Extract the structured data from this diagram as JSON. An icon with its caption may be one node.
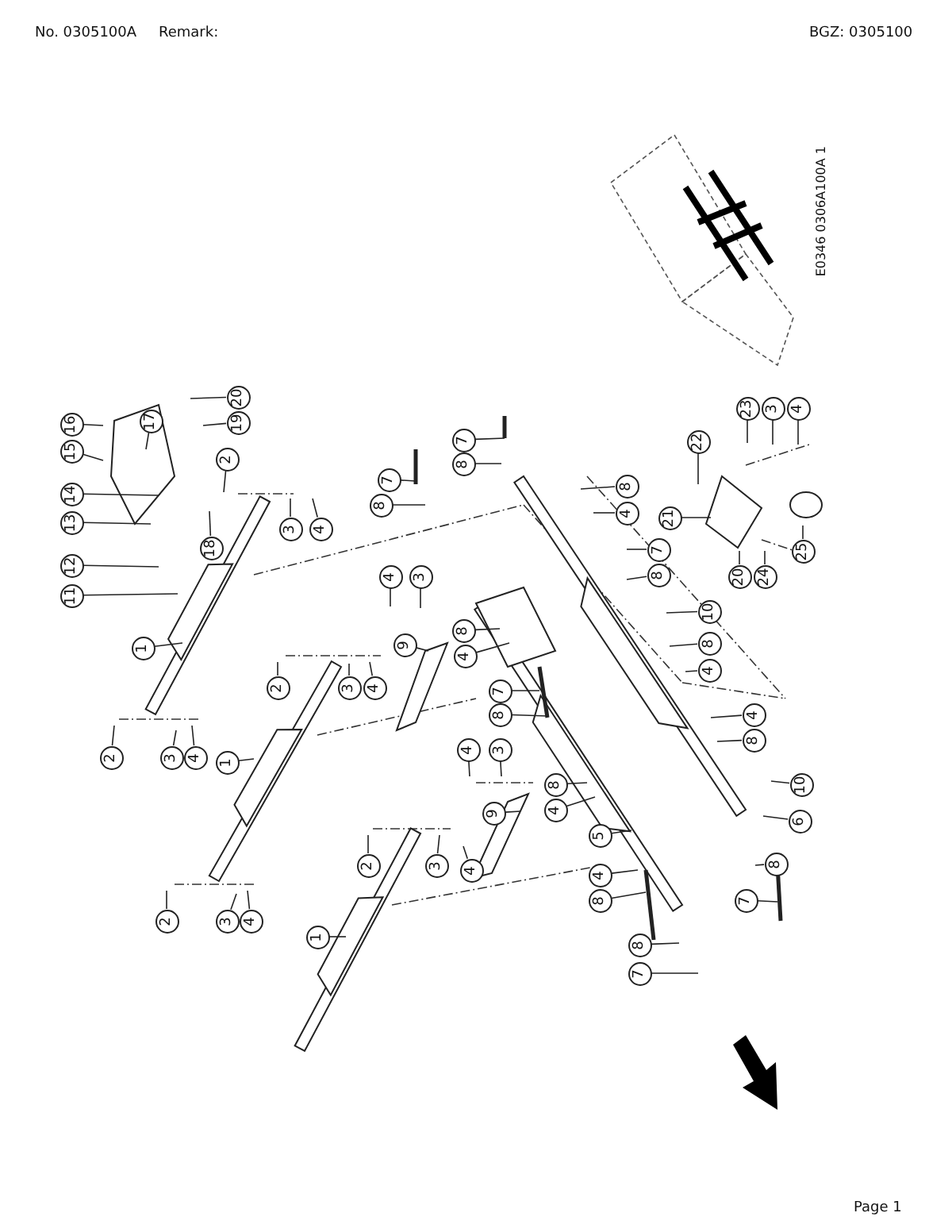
{
  "diagram": {
    "nodes": [
      {
        "text": [
          "16"
        ]
      },
      {
        "text": [
          "15"
        ]
      },
      {
        "text": [
          "17"
        ]
      },
      {
        "text": [
          "20"
        ]
      },
      {
        "text": [
          "19"
        ]
      },
      {
        "text": [
          "2"
        ]
      },
      {
        "text": [
          "14"
        ]
      },
      {
        "text": [
          "13"
        ]
      },
      {
        "text": [
          "18"
        ]
      },
      {
        "text": [
          "12"
        ]
      },
      {
        "text": [
          "11"
        ]
      },
      {
        "text": [
          "3"
        ]
      },
      {
        "text": [
          "4"
        ]
      },
      {
        "text": [
          "7"
        ]
      },
      {
        "text": [
          "8"
        ]
      },
      {
        "text": [
          "7"
        ]
      },
      {
        "text": [
          "8"
        ]
      },
      {
        "text": [
          "22"
        ]
      },
      {
        "text": [
          "23"
        ]
      },
      {
        "text": [
          "3"
        ]
      },
      {
        "text": [
          "4"
        ]
      },
      {
        "text": [
          "8"
        ]
      },
      {
        "text": [
          "4"
        ]
      },
      {
        "text": [
          "21"
        ]
      },
      {
        "text": [
          "7"
        ]
      },
      {
        "text": [
          "8"
        ]
      },
      {
        "text": [
          "20"
        ]
      },
      {
        "text": [
          "24"
        ]
      },
      {
        "text": [
          "25"
        ]
      },
      {
        "text": [
          "4"
        ]
      },
      {
        "text": [
          "3"
        ]
      },
      {
        "text": [
          "10"
        ]
      },
      {
        "text": [
          "8"
        ]
      },
      {
        "text": [
          "8"
        ]
      },
      {
        "text": [
          "1"
        ]
      },
      {
        "text": [
          "9"
        ]
      },
      {
        "text": [
          "4"
        ]
      },
      {
        "text": [
          "4"
        ]
      },
      {
        "text": [
          "2"
        ]
      },
      {
        "text": [
          "3"
        ]
      },
      {
        "text": [
          "4"
        ]
      },
      {
        "text": [
          "7"
        ]
      },
      {
        "text": [
          "8"
        ]
      },
      {
        "text": [
          "4"
        ]
      },
      {
        "text": [
          "8"
        ]
      },
      {
        "text": [
          "2"
        ]
      },
      {
        "text": [
          "3"
        ]
      },
      {
        "text": [
          "4"
        ]
      },
      {
        "text": [
          "1"
        ]
      },
      {
        "text": [
          "4"
        ]
      },
      {
        "text": [
          "3"
        ]
      },
      {
        "text": [
          "8"
        ]
      },
      {
        "text": [
          "10"
        ]
      },
      {
        "text": [
          "4"
        ]
      },
      {
        "text": [
          "6"
        ]
      },
      {
        "text": [
          "9"
        ]
      },
      {
        "text": [
          "5"
        ]
      },
      {
        "text": [
          "2"
        ]
      },
      {
        "text": [
          "3"
        ]
      },
      {
        "text": [
          "4"
        ]
      },
      {
        "text": [
          "8"
        ]
      },
      {
        "text": [
          "4"
        ]
      },
      {
        "text": [
          "8"
        ]
      },
      {
        "text": [
          "7"
        ]
      },
      {
        "text": [
          "1"
        ]
      },
      {
        "text": [
          "2"
        ]
      },
      {
        "text": [
          "3"
        ]
      },
      {
        "text": [
          "4"
        ]
      },
      {
        "text": [
          "8"
        ]
      },
      {
        "text": [
          "7"
        ]
      }
    ],
    "edges": [
      {
        "from": 0,
        "to": null,
        "arrow": "none"
      },
      {
        "from": 1,
        "to": null,
        "arrow": "none"
      },
      {
        "from": 2,
        "to": null,
        "arrow": "none"
      },
      {
        "from": 3,
        "to": null,
        "arrow": "none"
      },
      {
        "from": 4,
        "to": null,
        "arrow": "none"
      },
      {
        "from": 5,
        "to": null,
        "arrow": "none"
      },
      {
        "from": 6,
        "to": null,
        "arrow": "none"
      },
      {
        "from": 7,
        "to": null,
        "arrow": "none"
      },
      {
        "from": 8,
        "to": null,
        "arrow": "none"
      },
      {
        "from": 9,
        "to": null,
        "arrow": "none"
      },
      {
        "from": 10,
        "to": null,
        "arrow": "none"
      },
      {
        "from": 11,
        "to": null,
        "arrow": "none"
      },
      {
        "from": 12,
        "to": null,
        "arrow": "none"
      },
      {
        "from": 13,
        "to": null,
        "arrow": "none"
      },
      {
        "from": 14,
        "to": null,
        "arrow": "none"
      },
      {
        "from": 15,
        "to": null,
        "arrow": "none"
      },
      {
        "from": 16,
        "to": null,
        "arrow": "none"
      },
      {
        "from": 17,
        "to": null,
        "arrow": "none"
      },
      {
        "from": 18,
        "to": null,
        "arrow": "none"
      },
      {
        "from": 19,
        "to": null,
        "arrow": "none"
      },
      {
        "from": 20,
        "to": null,
        "arrow": "none"
      },
      {
        "from": 21,
        "to": null,
        "arrow": "none"
      },
      {
        "from": 22,
        "to": null,
        "arrow": "none"
      },
      {
        "from": 23,
        "to": null,
        "arrow": "none"
      },
      {
        "from": 24,
        "to": null,
        "arrow": "none"
      },
      {
        "from": 25,
        "to": null,
        "arrow": "none"
      },
      {
        "from": 26,
        "to": null,
        "arrow": "none"
      },
      {
        "from": 27,
        "to": null,
        "arrow": "none"
      },
      {
        "from": 28,
        "to": null,
        "arrow": "none"
      },
      {
        "from": 29,
        "to": null,
        "arrow": "none"
      },
      {
        "from": 30,
        "to": null,
        "arrow": "none"
      },
      {
        "from": 31,
        "to": null,
        "arrow": "none"
      },
      {
        "from": 32,
        "to": null,
        "arrow": "none"
      },
      {
        "from": 33,
        "to": null,
        "arrow": "none"
      },
      {
        "from": 34,
        "to": null,
        "arrow": "none"
      },
      {
        "from": 35,
        "to": null,
        "arrow": "none"
      },
      {
        "from": 36,
        "to": null,
        "arrow": "none"
      },
      {
        "from": 37,
        "to": null,
        "arrow": "none"
      },
      {
        "from": 38,
        "to": null,
        "arrow": "none"
      },
      {
        "from": 39,
        "to": null,
        "arrow": "none"
      },
      {
        "from": 40,
        "to": null,
        "arrow": "none"
      },
      {
        "from": 41,
        "to": null,
        "arrow": "none"
      },
      {
        "from": 42,
        "to": null,
        "arrow": "none"
      },
      {
        "from": 43,
        "to": null,
        "arrow": "none"
      },
      {
        "from": 44,
        "to": null,
        "arrow": "none"
      },
      {
        "from": 45,
        "to": null,
        "arrow": "none"
      },
      {
        "from": 46,
        "to": null,
        "arrow": "none"
      },
      {
        "from": 47,
        "to": null,
        "arrow": "none"
      },
      {
        "from": 48,
        "to": null,
        "arrow": "none"
      },
      {
        "from": 49,
        "to": null,
        "arrow": "none"
      },
      {
        "from": 50,
        "to": null,
        "arrow": "none"
      },
      {
        "from": 51,
        "to": null,
        "arrow": "none"
      },
      {
        "from": 52,
        "to": null,
        "arrow": "none"
      },
      {
        "from": 53,
        "to": null,
        "arrow": "none"
      },
      {
        "from": 54,
        "to": null,
        "arrow": "none"
      },
      {
        "from": 55,
        "to": null,
        "arrow": "none"
      },
      {
        "from": 56,
        "to": null,
        "arrow": "none"
      },
      {
        "from": 57,
        "to": null,
        "arrow": "none"
      },
      {
        "from": 58,
        "to": null,
        "arrow": "none"
      },
      {
        "from": 59,
        "to": null,
        "arrow": "none"
      },
      {
        "from": 60,
        "to": null,
        "arrow": "none"
      },
      {
        "from": 61,
        "to": null,
        "arrow": "none"
      },
      {
        "from": 62,
        "to": null,
        "arrow": "none"
      },
      {
        "from": 63,
        "to": null,
        "arrow": "none"
      },
      {
        "from": 64,
        "to": null,
        "arrow": "none"
      },
      {
        "from": 65,
        "to": null,
        "arrow": "none"
      },
      {
        "from": 66,
        "to": null,
        "arrow": "none"
      },
      {
        "from": 67,
        "to": null,
        "arrow": "none"
      },
      {
        "from": 68,
        "to": null,
        "arrow": "none"
      },
      {
        "from": 69,
        "to": null,
        "arrow": "none"
      }
    ],
    "labels": [
      "No. 0305100A",
      "Remark:",
      "BGZ: 0305100",
      "E0346 0306A100A 1",
      "Page 1"
    ]
  }
}
